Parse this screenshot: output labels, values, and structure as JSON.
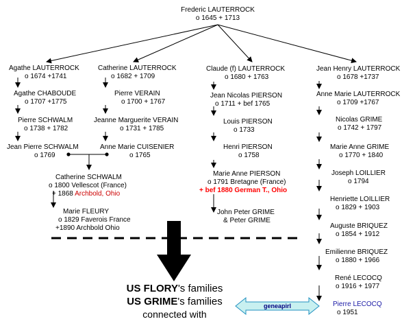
{
  "root": {
    "name": "Frederic LAUTERROCK",
    "dates": "o 1645 + 1713"
  },
  "branch1": [
    {
      "name": "Agathe LAUTERROCK",
      "dates": "o 1674 +1741"
    },
    {
      "name": "Agathe CHABOUDE",
      "dates": "o 1707 +1775"
    },
    {
      "name": "Pierre SCHWALM",
      "dates": "o 1738 + 1782"
    },
    {
      "name": "Jean Pierre SCHWALM",
      "dates": "o 1769"
    }
  ],
  "branch2": [
    {
      "name": "Catherine LAUTERROCK",
      "dates": "o 1682 + 1709"
    },
    {
      "name": "Pierre VERAIN",
      "dates": "o 1700 + 1767"
    },
    {
      "name": "Jeanne Marguerite VERAIN",
      "dates": "o 1731 + 1785"
    },
    {
      "name": "Anne Marie CUISENIER",
      "dates": "o 1765"
    }
  ],
  "branch3": [
    {
      "name": "Claude (f)  LAUTERROCK",
      "dates": "o 1680 + 1763"
    },
    {
      "name": "Jean Nicolas PIERSON",
      "dates": "o 1711 + bef 1765"
    },
    {
      "name": "Louis PIERSON",
      "dates": "o 1733"
    },
    {
      "name": "Henri PIERSON",
      "dates": "o 1758"
    },
    {
      "name": "Marie Anne PIERSON",
      "dates": "o 1791 Bretagne (France)",
      "note": "+ bef 1880 German T., Ohio"
    }
  ],
  "branch3_end": {
    "line1": "John Peter GRIME",
    "line2": "& Peter GRIME"
  },
  "branch4": [
    {
      "name": "Jean Henry LAUTERROCK",
      "dates": "o 1678 +1737"
    },
    {
      "name": "Anne Marie LAUTERROCK",
      "dates": "o 1709 +1767"
    },
    {
      "name": "Nicolas GRIME",
      "dates": "o 1742 + 1797"
    },
    {
      "name": "Marie Anne GRIME",
      "dates": "o 1770 + 1840"
    },
    {
      "name": "Joseph LOILLIER",
      "dates": "o 1794"
    },
    {
      "name": "Henriette LOILLIER",
      "dates": "o 1829 + 1903"
    },
    {
      "name": "Auguste BRIQUEZ",
      "dates": "o 1854 + 1912"
    },
    {
      "name": "Emilienne BRIQUEZ",
      "dates": "o 1880 + 1966"
    },
    {
      "name": "René LECOCQ",
      "dates": "o 1916 + 1977"
    },
    {
      "name": "Pierre LECOCQ",
      "dates": "o 1951"
    }
  ],
  "catherine": {
    "name": "Catherine SCHWALM",
    "born": "o 1800 Vellescot (France)",
    "died_prefix": "+ 1868 ",
    "died_place": "Archbold, Ohio"
  },
  "marie_fleury": {
    "name": "Marie FLEURY",
    "born": "o 1829 Faverois France",
    "died": "+1890 Archbold Ohio"
  },
  "caption": {
    "line1_bold": "US FLORY",
    "line1_rest": "'s families",
    "line2_bold": "US GRIME",
    "line2_rest": "'s families",
    "line3": "connected with"
  },
  "badge": {
    "label": "geneapirl"
  },
  "colors": {
    "red": "#cc0000",
    "bright_red": "#ff0000",
    "blue": "#1a1aa6",
    "badge_fill": "#c8f0f0",
    "badge_stroke": "#2090c0"
  }
}
